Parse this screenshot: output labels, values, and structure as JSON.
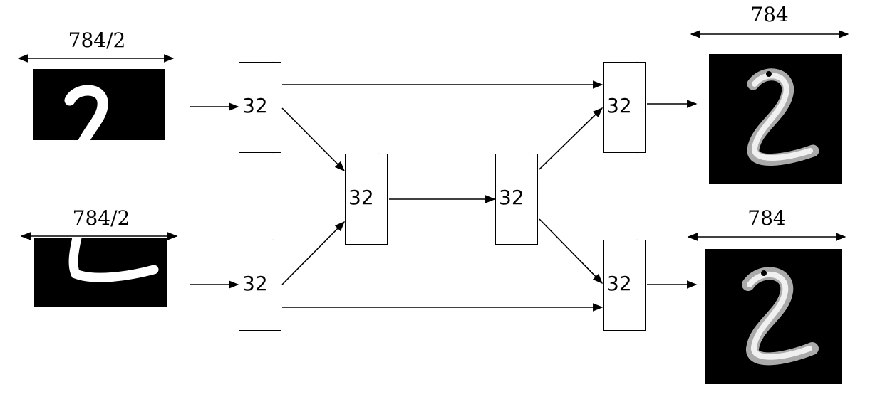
{
  "inputs": [
    {
      "dimension": "784/2"
    },
    {
      "dimension": "784/2"
    }
  ],
  "outputs": [
    {
      "dimension": "784"
    },
    {
      "dimension": "784"
    }
  ],
  "nodes": [
    {
      "units": "32"
    },
    {
      "units": "32"
    },
    {
      "units": "32"
    },
    {
      "units": "32"
    },
    {
      "units": "32"
    },
    {
      "units": "32"
    }
  ],
  "colors": {
    "ink": "#000000",
    "image_bg": "#000000",
    "digit": "#ffffff"
  }
}
